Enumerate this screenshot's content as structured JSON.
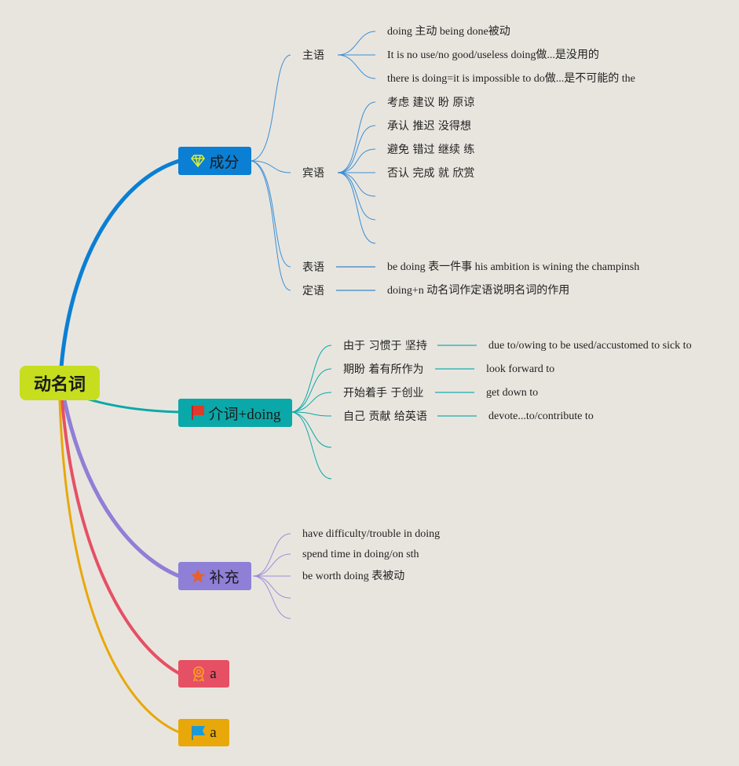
{
  "root": "动名词",
  "colors": {
    "root": "#c6de1e",
    "b1": "#0a7fd4",
    "b2": "#0aa8a8",
    "b3": "#8f7fd6",
    "b4": "#e65064",
    "b5": "#e8a80a"
  },
  "branches": [
    {
      "label": "成分",
      "icon": "diamond-icon",
      "children": [
        {
          "label": "主语",
          "leaves": [
            "doing 主动 being done被动",
            "It is no use/no good/useless doing做...是没用的",
            "there is doing=it is impossible to do做...是不可能的 the"
          ]
        },
        {
          "label": "宾语",
          "leaves": [
            "考虑 建议 盼 原谅",
            "承认 推迟 没得想",
            "避免 错过 继续 练",
            "否认 完成 就 欣赏"
          ]
        },
        {
          "label": "表语",
          "leaves": [
            "be doing 表一件事 his ambition is wining the champinsh"
          ]
        },
        {
          "label": "定语",
          "leaves": [
            "doing+n 动名词作定语说明名词的作用"
          ]
        }
      ]
    },
    {
      "label": "介词+doing",
      "icon": "flag-icon",
      "children": [
        {
          "label": "由于 习惯于 坚持",
          "leaves": [
            "due to/owing to be used/accustomed to sick to"
          ]
        },
        {
          "label": "期盼 着有所作为",
          "leaves": [
            "look forward to"
          ]
        },
        {
          "label": "开始着手 于创业",
          "leaves": [
            "get down to"
          ]
        },
        {
          "label": "自己 贡献 给英语",
          "leaves": [
            "devote...to/contribute to"
          ]
        }
      ]
    },
    {
      "label": "补充",
      "icon": "star-icon",
      "leaves": [
        "have difficulty/trouble in doing",
        "spend time in doing/on sth",
        "be worth doing 表被动"
      ]
    },
    {
      "label": "a",
      "icon": "award-icon"
    },
    {
      "label": "a",
      "icon": "blue-flag-icon"
    }
  ]
}
